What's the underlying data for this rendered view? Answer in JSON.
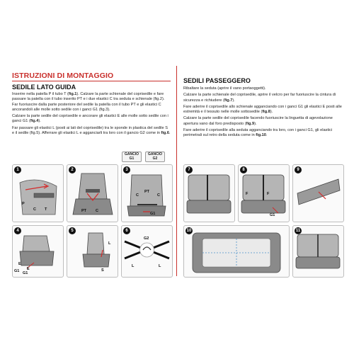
{
  "header": {
    "title": "ISTRUZIONI DI MONTAGGIO"
  },
  "left": {
    "section_title": "SEDILE LATO GUIDA",
    "paragraphs": [
      {
        "pre": "Inserire nella patella P il tubo T (",
        "ref": "fig.1",
        "post": "). Calzare la parte schienale del coprisedile e fare passare la patella con il tubo inserito PT e i due elastici C tra seduta e schienale (fig.2). Far fuoriuscire dalla parte posteriore del sedile la patella con il tubo PT e gli elastici C ancorandoli alle molle sotto sedile con i ganci G1 (fig.3)."
      },
      {
        "pre": "Calzare la parte sedile del coprisedile e ancorare gli elastici E alle molle sotto sedile con i ganci G1 (",
        "ref": "fig.4",
        "post": ")."
      },
      {
        "pre": "Far passare gli elastici L (posti ai lati del coprisedile) tra le sponde in plastica del sedile S e il sedile (fig.5). Afferrare gli elastici L e agganciarli tra loro con il gancio G2 come in ",
        "ref": "fig.6",
        "post": "."
      }
    ],
    "hook_g1": "GANCIO\nG1",
    "hook_g2": "GANCIO\nG2"
  },
  "right": {
    "section_title": "SEDILI PASSEGGERO",
    "paragraphs": [
      {
        "pre": "Ribaltare la seduta (aprire il vano portaoggetti).",
        "ref": "",
        "post": ""
      },
      {
        "pre": "Calzare la parte schienale del coprisedile, aprire il velcro per far fuoriuscire la cintura di sicurezza e richiudere (",
        "ref": "fig.7",
        "post": ")."
      },
      {
        "pre": "Fare aderire il coprisedile allo schienale agganciando con i ganci G1 gli elastici E posti alle estremità e il tessuto nelle molle sottosedile (",
        "ref": "fig.8",
        "post": ")."
      },
      {
        "pre": "Calzare la parte sedile del coprisedile facendo fuoriuscire la linguetta di agevolazione apertura vano dal foro predisposto (",
        "ref": "fig.9",
        "post": ")."
      },
      {
        "pre": "Fare aderire il coprisedile alla seduta agganciando tra loro, con i ganci G1, gli elastici perimetrali sul retro della seduta come in ",
        "ref": "fig.10",
        "post": "."
      }
    ]
  },
  "figures": {
    "f1": {
      "num": "1",
      "labels": [
        "P",
        "C",
        "T"
      ]
    },
    "f2": {
      "num": "2",
      "labels": [
        "PT",
        "C"
      ]
    },
    "f3": {
      "num": "3",
      "labels": [
        "C",
        "PT",
        "C",
        "G1"
      ]
    },
    "f4": {
      "num": "4",
      "labels": [
        "E",
        "E",
        "G1",
        "G1"
      ]
    },
    "f5": {
      "num": "5",
      "labels": [
        "L",
        "S"
      ]
    },
    "f6": {
      "num": "6",
      "labels": [
        "G2",
        "L",
        "L"
      ]
    },
    "f7": {
      "num": "7"
    },
    "f8": {
      "num": "8",
      "labels": [
        "F",
        "F",
        "G1"
      ]
    },
    "f9": {
      "num": "9"
    },
    "f10": {
      "num": "10"
    },
    "f11": {
      "num": "11"
    }
  },
  "colors": {
    "accent": "#c9302c",
    "seat_gray": "#9a9a9a",
    "seat_dark": "#555555",
    "arrow_red": "#d42a2a",
    "guide_blue": "#4a8fc9"
  }
}
